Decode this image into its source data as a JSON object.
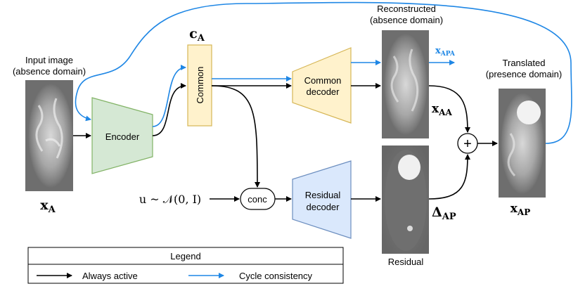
{
  "labels": {
    "input_image_line1": "Input image",
    "input_image_line2": "(absence domain)",
    "x_a": "xA",
    "encoder": "Encoder",
    "c_a": "cA",
    "common": "Common",
    "common_decoder_line1": "Common",
    "common_decoder_line2": "decoder",
    "reconstructed_line1": "Reconstructed",
    "reconstructed_line2": "(absence domain)",
    "x_apa": "xAPA",
    "x_aa": "xAA",
    "plus": "+",
    "translated_line1": "Translated",
    "translated_line2": "(presence domain)",
    "x_ap": "xAP",
    "noise": "u ~ 𝒩(0, I)",
    "conc": "conc",
    "residual_decoder_line1": "Residual",
    "residual_decoder_line2": "decoder",
    "delta_ap": "ΔAP",
    "residual": "Residual"
  },
  "legend": {
    "title": "Legend",
    "always_active": "Always active",
    "cycle_consistency": "Cycle consistency"
  },
  "colors": {
    "black_arrow": "#000000",
    "blue_arrow": "#1f87e5",
    "encoder_fill": "#d5e8d4",
    "encoder_stroke": "#82b366",
    "common_fill": "#fff2cc",
    "common_stroke": "#d6b656",
    "residual_fill": "#dae8fc",
    "residual_stroke": "#6c8ebf"
  }
}
